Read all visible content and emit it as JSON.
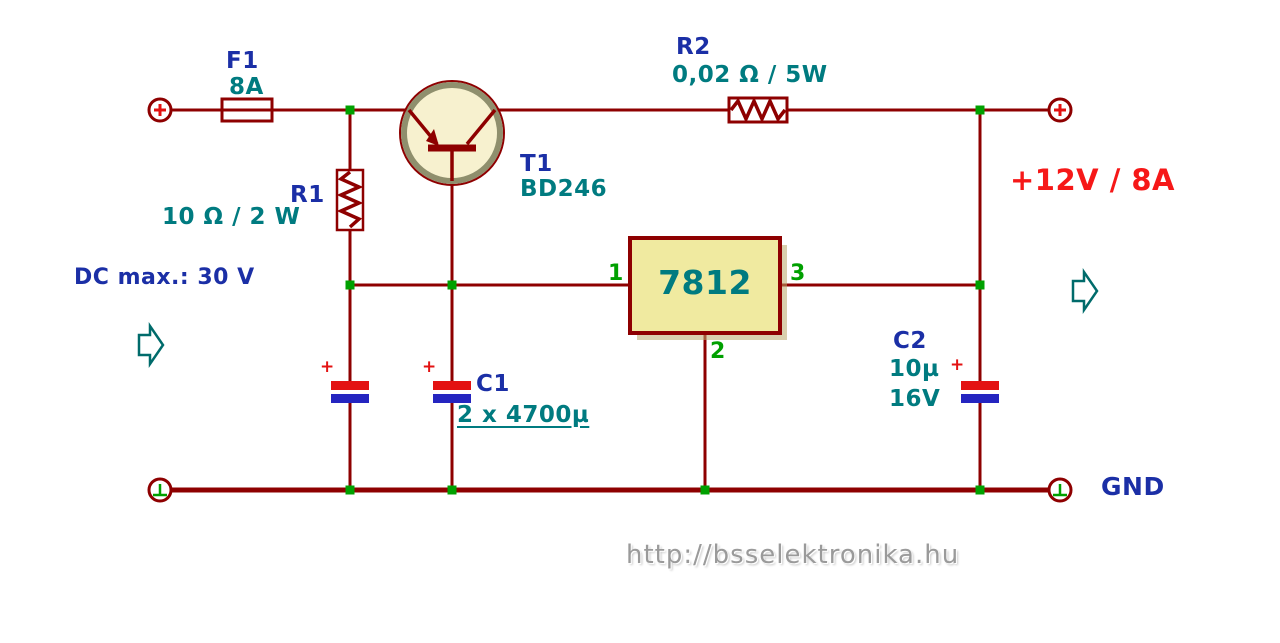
{
  "colors": {
    "wire": "#8e0000",
    "label": "#1b2fa6",
    "value": "#007b80",
    "pin_green": "#00a000",
    "output_red": "#f61818",
    "arrow_outline": "#006b6b",
    "regulator_fill": "#f0eaa0",
    "transistor_fill": "#f7f1cf",
    "cap_plus_plate": "#e31212",
    "cap_minus_plate": "#2525c0",
    "watermark_gray": "#9a9a9a"
  },
  "components": {
    "fuse": {
      "ref": "F1",
      "value": "8A"
    },
    "r1": {
      "ref": "R1",
      "value": "10 Ω / 2 W"
    },
    "t1": {
      "ref": "T1",
      "value": "BD246"
    },
    "r2": {
      "ref": "R2",
      "value": "0,02 Ω / 5W"
    },
    "regulator": {
      "label": "7812",
      "pin_in": "1",
      "pin_gnd": "2",
      "pin_out": "3"
    },
    "c1": {
      "ref": "C1",
      "value": "2 x 4700µ"
    },
    "c2": {
      "ref": "C2",
      "value_capacity": "10µ",
      "value_voltage": "16V"
    },
    "cap_polarity_mark": "+"
  },
  "annotations": {
    "input_note": "DC max.: 30 V",
    "output_label": "+12V / 8A",
    "ground_label": "GND",
    "watermark": "http://bsselektronika.hu"
  }
}
